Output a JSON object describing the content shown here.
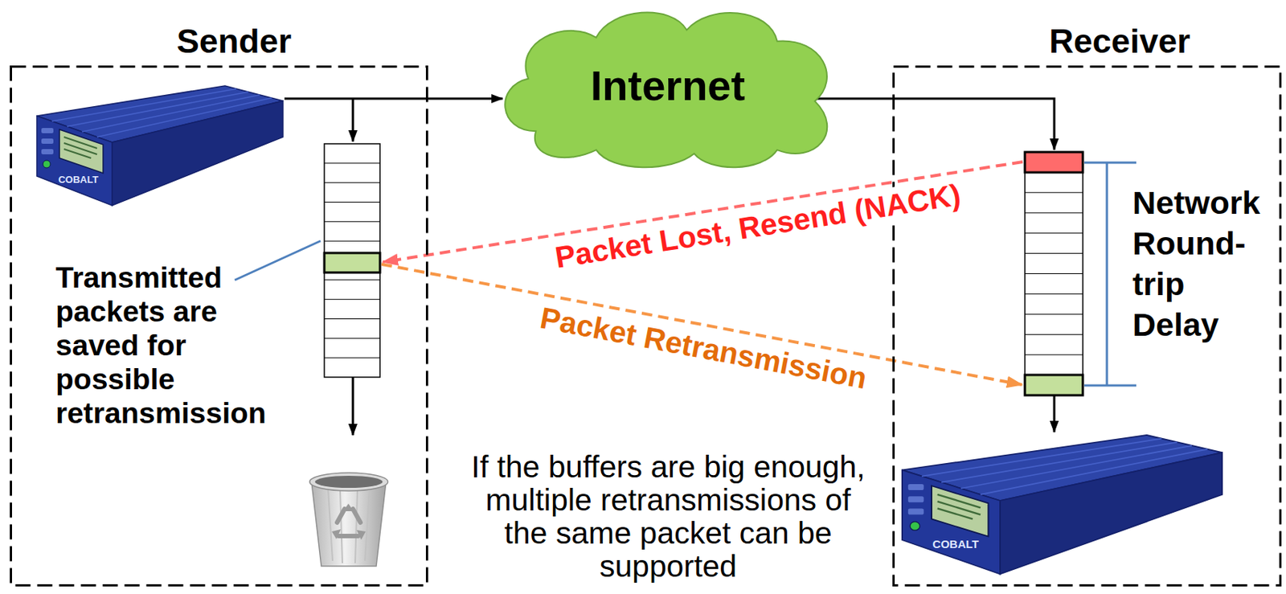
{
  "diagram": {
    "nodes": [
      {
        "text": [
          "Sender"
        ]
      },
      {
        "text": [
          "Internet"
        ]
      },
      {
        "text": [
          "Receiver"
        ]
      }
    ],
    "edges": [
      {
        "from": 0,
        "to": 1,
        "arrow": "to"
      },
      {
        "from": 1,
        "to": 2,
        "arrow": "to"
      },
      {
        "from": 2,
        "to": 0,
        "label": "Packet Lost, Resend (NACK)",
        "arrow": "to"
      },
      {
        "from": 0,
        "to": 2,
        "label": "Packet Retransmission",
        "arrow": "to"
      }
    ],
    "labels": [
      "Transmitted packets are saved for possible retransmission",
      "Network Round-trip Delay",
      "If the buffers are big enough, multiple retransmissions of the same packet can be supported",
      "COBALT",
      "COBALT"
    ]
  }
}
